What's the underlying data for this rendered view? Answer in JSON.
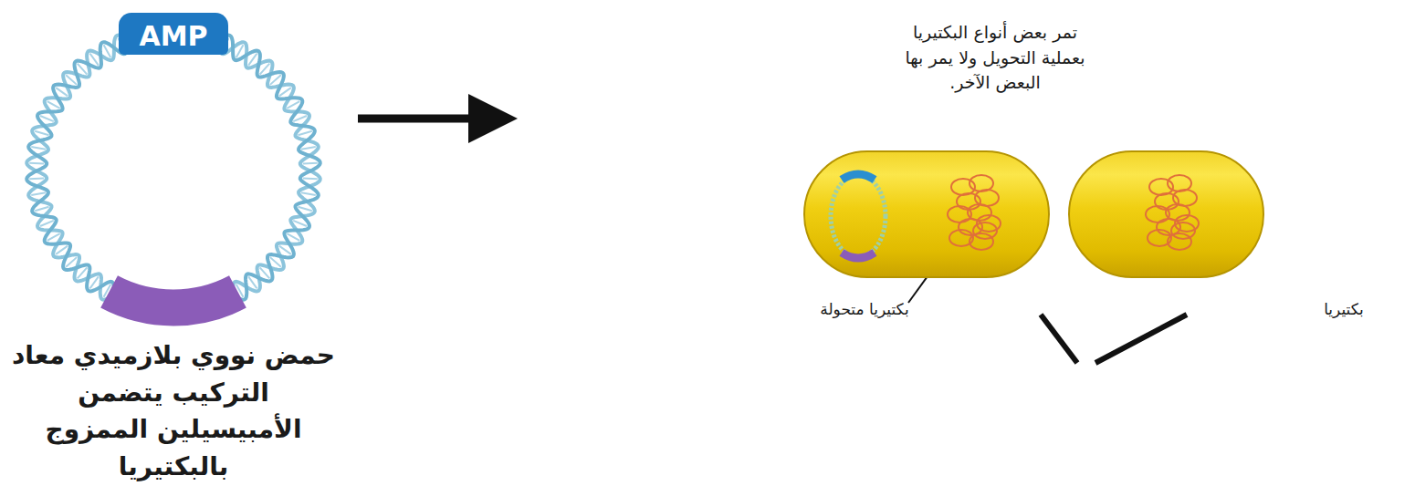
{
  "diagram": {
    "nodes": [
      {
        "text": [
          "حمض نووي بلازميدي معاد التركيب يتضمن الأمبيسيلين الممزوج بالبكتيريا"
        ]
      },
      {
        "text": [
          "AMP"
        ],
        "in": 0
      },
      {
        "text": [
          "بكتيريا متحولة"
        ]
      },
      {
        "text": [
          "بكتيريا"
        ]
      }
    ],
    "labels": [
      "تمر بعض أنواع البكتيريا بعملية التحويل ولا يمر بها البعض الآخر."
    ]
  }
}
